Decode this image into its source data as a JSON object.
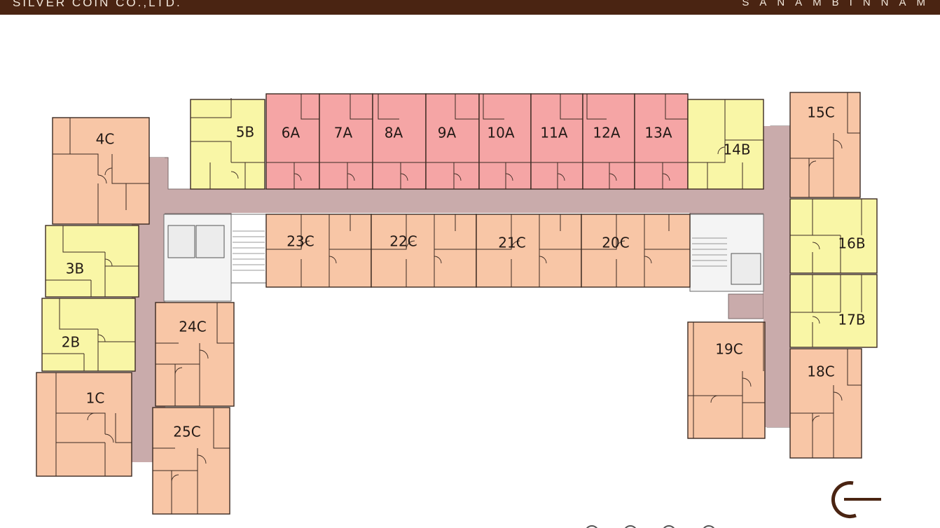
{
  "header": {
    "company": "SILVER COIN CO.,LTD.",
    "project": "SANAMBINNAM"
  },
  "colors": {
    "header_bar": "#4a2412",
    "type_a": "#f5a5a5",
    "type_b": "#f9f6a6",
    "type_c": "#f8c6a6",
    "corridor": "#c9abab",
    "core": "#f4f4f4"
  },
  "floor_plan": {
    "units": [
      {
        "id": "1C",
        "type": "C"
      },
      {
        "id": "2B",
        "type": "B"
      },
      {
        "id": "3B",
        "type": "B"
      },
      {
        "id": "4C",
        "type": "C"
      },
      {
        "id": "5B",
        "type": "B"
      },
      {
        "id": "6A",
        "type": "A"
      },
      {
        "id": "7A",
        "type": "A"
      },
      {
        "id": "8A",
        "type": "A"
      },
      {
        "id": "9A",
        "type": "A"
      },
      {
        "id": "10A",
        "type": "A"
      },
      {
        "id": "11A",
        "type": "A"
      },
      {
        "id": "12A",
        "type": "A"
      },
      {
        "id": "13A",
        "type": "A"
      },
      {
        "id": "14B",
        "type": "B"
      },
      {
        "id": "15C",
        "type": "C"
      },
      {
        "id": "16B",
        "type": "B"
      },
      {
        "id": "17B",
        "type": "B"
      },
      {
        "id": "18C",
        "type": "C"
      },
      {
        "id": "19C",
        "type": "C"
      },
      {
        "id": "20C",
        "type": "C"
      },
      {
        "id": "21C",
        "type": "C"
      },
      {
        "id": "22C",
        "type": "C"
      },
      {
        "id": "23C",
        "type": "C"
      },
      {
        "id": "24C",
        "type": "C"
      },
      {
        "id": "25C",
        "type": "C"
      }
    ]
  },
  "logo_icon": "company-logo-icon"
}
